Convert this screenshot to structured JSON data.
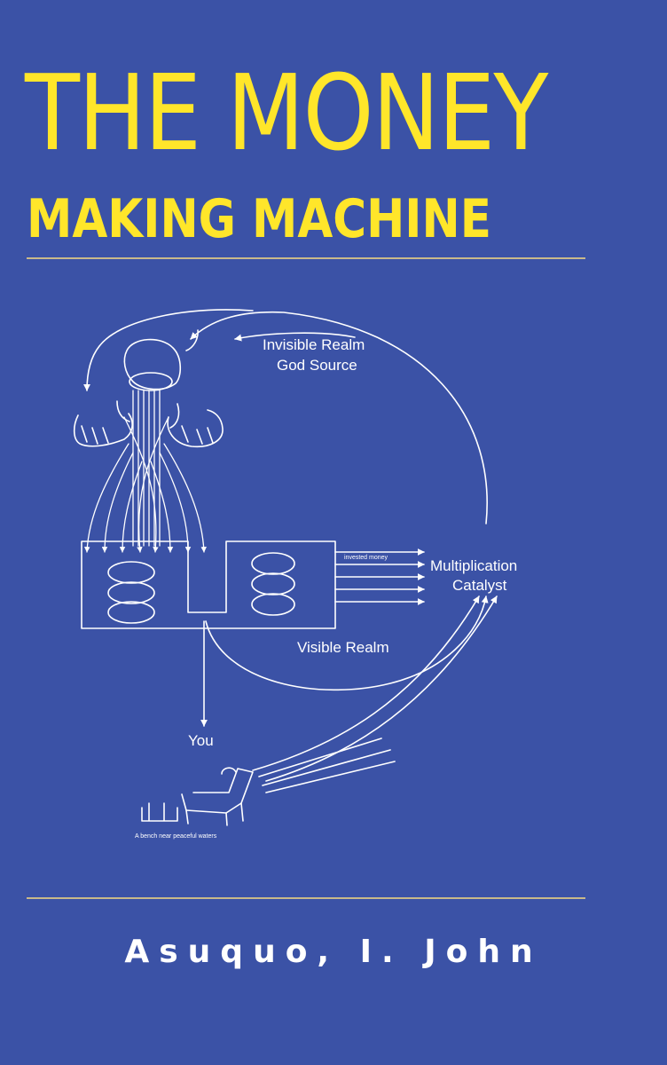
{
  "cover": {
    "title_line1": "THE MONEY",
    "title_line2": "MAKING MACHINE",
    "author": "Asuquo, I. John",
    "colors": {
      "background": "#3b52a6",
      "title": "#ffe62a",
      "rule": "#c9b98a",
      "lines": "#ffffff"
    }
  },
  "diagram": {
    "label_invisible_realm": "Invisible Realm",
    "label_god_source": "God Source",
    "label_multiplication": "Multiplication",
    "label_catalyst": "Catalyst",
    "label_visible_realm": "Visible Realm",
    "label_you": "You",
    "label_invested_money": "invested money",
    "label_caption": "A bench near peaceful waters"
  }
}
